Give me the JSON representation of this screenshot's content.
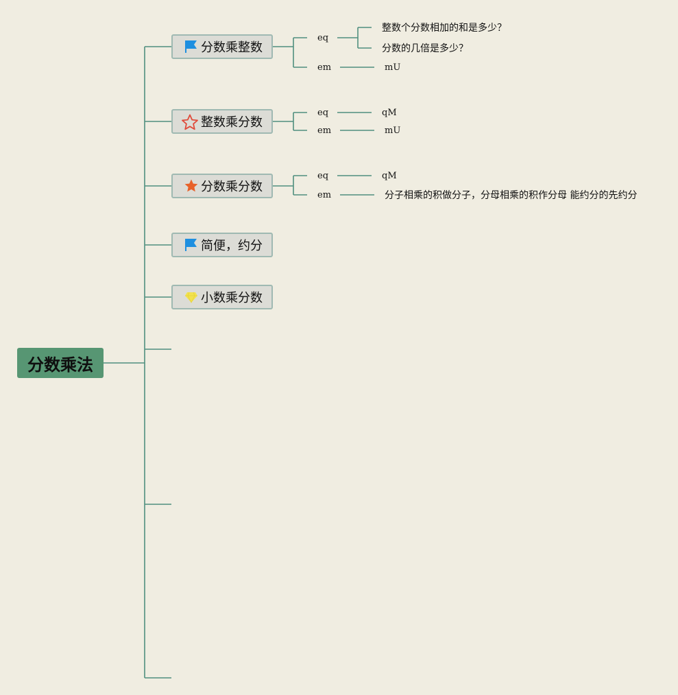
{
  "root": {
    "label": "分数乘法"
  },
  "topics": [
    {
      "label": "分数乘整数",
      "icon": "blue-flag-icon",
      "children": [
        {
          "label": "eq",
          "children": [
            "整数个分数相加的和是多少？",
            "分数的几倍是多少？"
          ]
        },
        {
          "label": "em",
          "children": [
            "mU"
          ]
        }
      ]
    },
    {
      "label": "整数乘分数",
      "icon": "red-outline-star-icon",
      "children": [
        {
          "label": "eq",
          "children": [
            "qM"
          ]
        },
        {
          "label": "em",
          "children": [
            "mU"
          ]
        }
      ]
    },
    {
      "label": "分数乘分数",
      "icon": "orange-star-icon",
      "children": [
        {
          "label": "eq",
          "children": [
            "qM"
          ]
        },
        {
          "label": "em",
          "children": [
            "分子相乘的积做分子，分母相乘的积作分母 能约分的先约分"
          ]
        }
      ]
    },
    {
      "label": "简便，约分",
      "icon": "blue-flag-icon",
      "children": []
    },
    {
      "label": "小数乘分数",
      "icon": "yellow-gem-icon",
      "children": []
    }
  ],
  "colors": {
    "background": "#f0ede1",
    "line": "#4f8f7f",
    "root_fill": "#579673",
    "topic_fill": "#dcdcd6",
    "topic_border": "#9fb9b2",
    "flag": "#1e8fe0",
    "star_outline": "#e04a3a",
    "star_fill": "#e8622a",
    "gem": "#f2e24e"
  }
}
